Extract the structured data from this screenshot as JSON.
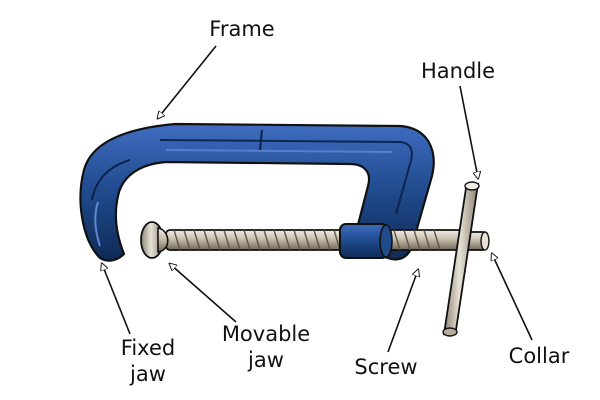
{
  "labels": {
    "frame": "Frame",
    "handle": "Handle",
    "fixed_jaw": [
      "Fixed",
      "jaw"
    ],
    "movable_jaw": [
      "Movable",
      "jaw"
    ],
    "screw": "Screw",
    "collar": "Collar"
  },
  "colors": {
    "frame_blue": "#1f4a8c",
    "frame_dark": "#102a56",
    "frame_light": "#3f6dc0",
    "metal": "#c9bfae",
    "metal_dark": "#6f675a",
    "outline": "#111111"
  }
}
